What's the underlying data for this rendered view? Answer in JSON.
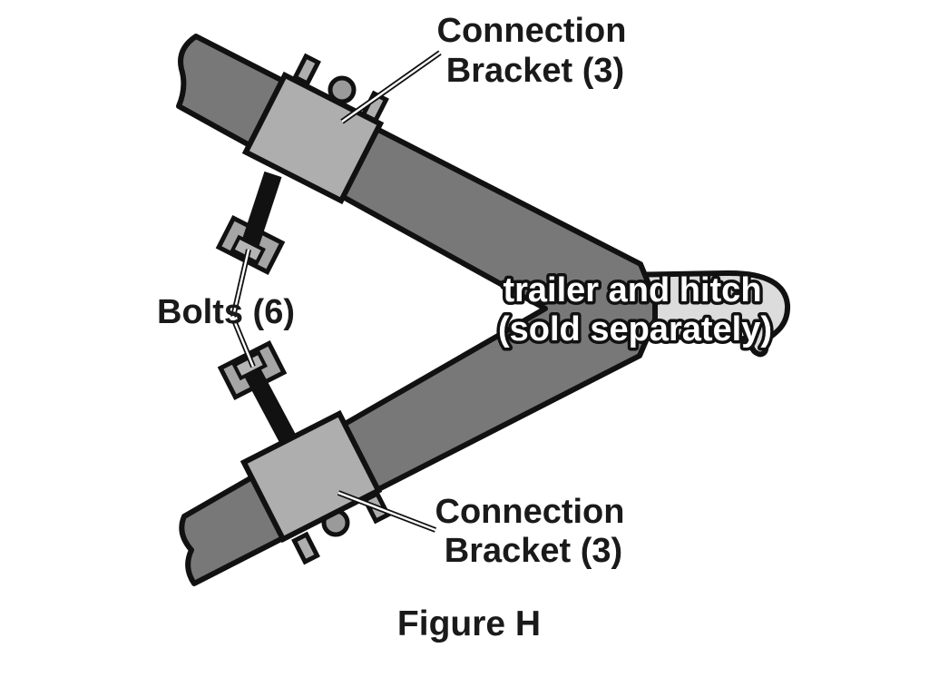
{
  "figure": {
    "caption": "Figure H",
    "labels": {
      "top_bracket": {
        "line1": "Connection",
        "line2": "Bracket (3)"
      },
      "bolts": "Bolts (6)",
      "hitch": {
        "line1": "trailer and hitch",
        "line2": "(sold separately)"
      },
      "bottom_bracket": {
        "line1": "Connection",
        "line2": "Bracket (3)"
      }
    },
    "parts": {
      "tongue": "trailer-tongue-beams",
      "coupler": "hitch-coupler",
      "bracket_count": "3",
      "bolt_count": "6"
    },
    "colors": {
      "background": "#ffffff",
      "beam": "#787878",
      "bracket": "#aeaeae",
      "stud": "#aeaeae",
      "bolt_circle": "#9a9a9a",
      "bolt_head": "#a5a5a5",
      "bolt_nut": "#b5b5b5",
      "bolt_shaft": "#111111",
      "coupler": "#dcdcdc",
      "outline": "#111111",
      "leader_core": "#ffffff",
      "text": "#1a1a1a"
    }
  }
}
